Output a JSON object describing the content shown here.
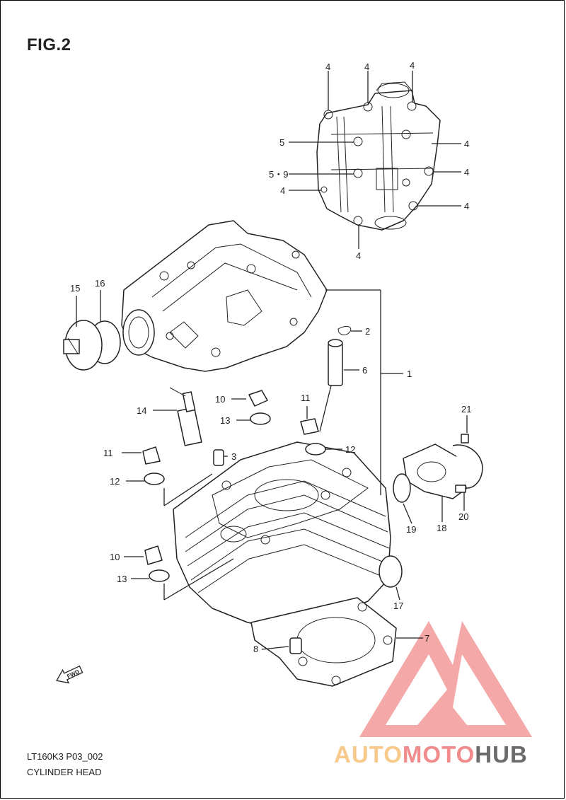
{
  "figure": {
    "title": "FIG.2",
    "code": "LT160K3 P03_002",
    "name": "CYLINDER HEAD"
  },
  "labels": {
    "l4a": "4",
    "l4b": "4",
    "l4c": "4",
    "l4d": "4",
    "l4e": "4",
    "l4f": "4",
    "l4g": "4",
    "l4h": "4",
    "l5": "5",
    "l59": "5・9",
    "l15": "15",
    "l16": "16",
    "l2": "2",
    "l6": "6",
    "l1": "1",
    "l10a": "10",
    "l11a": "11",
    "l13a": "13",
    "l14": "14",
    "l3": "3",
    "l12a": "12",
    "l11b": "11",
    "l12b": "12",
    "l21": "21",
    "l20": "20",
    "l19": "19",
    "l18": "18",
    "l10b": "10",
    "l13b": "13",
    "l17": "17",
    "l8": "8",
    "l7": "7"
  },
  "fwd_badge": "FWD",
  "watermark": {
    "part1": "AUTO",
    "part2": "MOTO",
    "part3": "HUB",
    "color_primary": "#f28b8b",
    "color_secondary": "#f7c98b",
    "color_dark": "#6b6b6b"
  }
}
